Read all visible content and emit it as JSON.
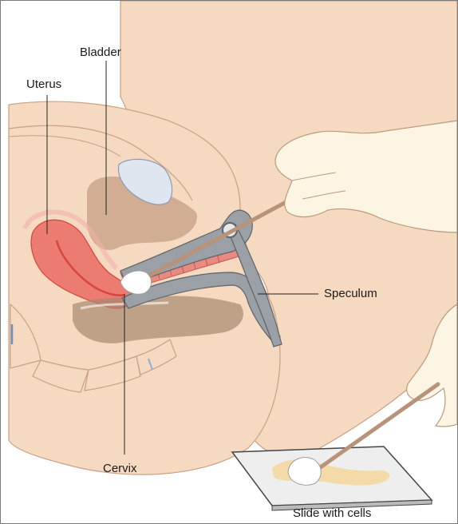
{
  "labels": {
    "bladder": "Bladder",
    "uterus": "Uterus",
    "speculum": "Speculum",
    "cervix": "Cervix",
    "slide": "Slide with cells"
  },
  "colors": {
    "skin": "#f5d9c0",
    "skin_shadow": "#ecc7a8",
    "skin_outline": "#c9a184",
    "uterus": "#ec7b72",
    "uterus_dark": "#d7453c",
    "bladder_tissue": "#c9a48b",
    "instrument": "#9aa0a6",
    "instrument_dark": "#5f6368",
    "swab_stick": "#b8937a",
    "slide_glass": "#eeeeee",
    "cells": "#f5d28a"
  }
}
